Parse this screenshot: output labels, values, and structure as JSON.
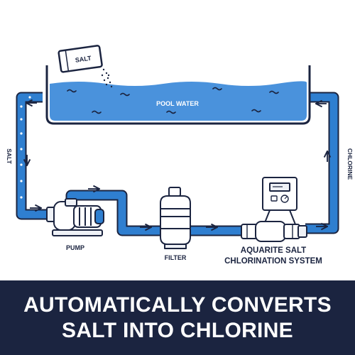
{
  "labels": {
    "salt_bag": "SALT",
    "pool": "POOL WATER",
    "salt_side": "SALT",
    "chlorine_side": "CHLORINE",
    "pump": "PUMP",
    "filter": "FILTER",
    "system_line1": "AQUARITE SALT",
    "system_line2": "CHLORINATION SYSTEM"
  },
  "banner": {
    "line1": "AUTOMATICALLY CONVERTS",
    "line2": "SALT INTO CHLORINE"
  },
  "colors": {
    "navy": "#1b2440",
    "pipe_blue": "#2f7fd0",
    "water_blue": "#4a92dc",
    "pale": "#eef1f6"
  }
}
